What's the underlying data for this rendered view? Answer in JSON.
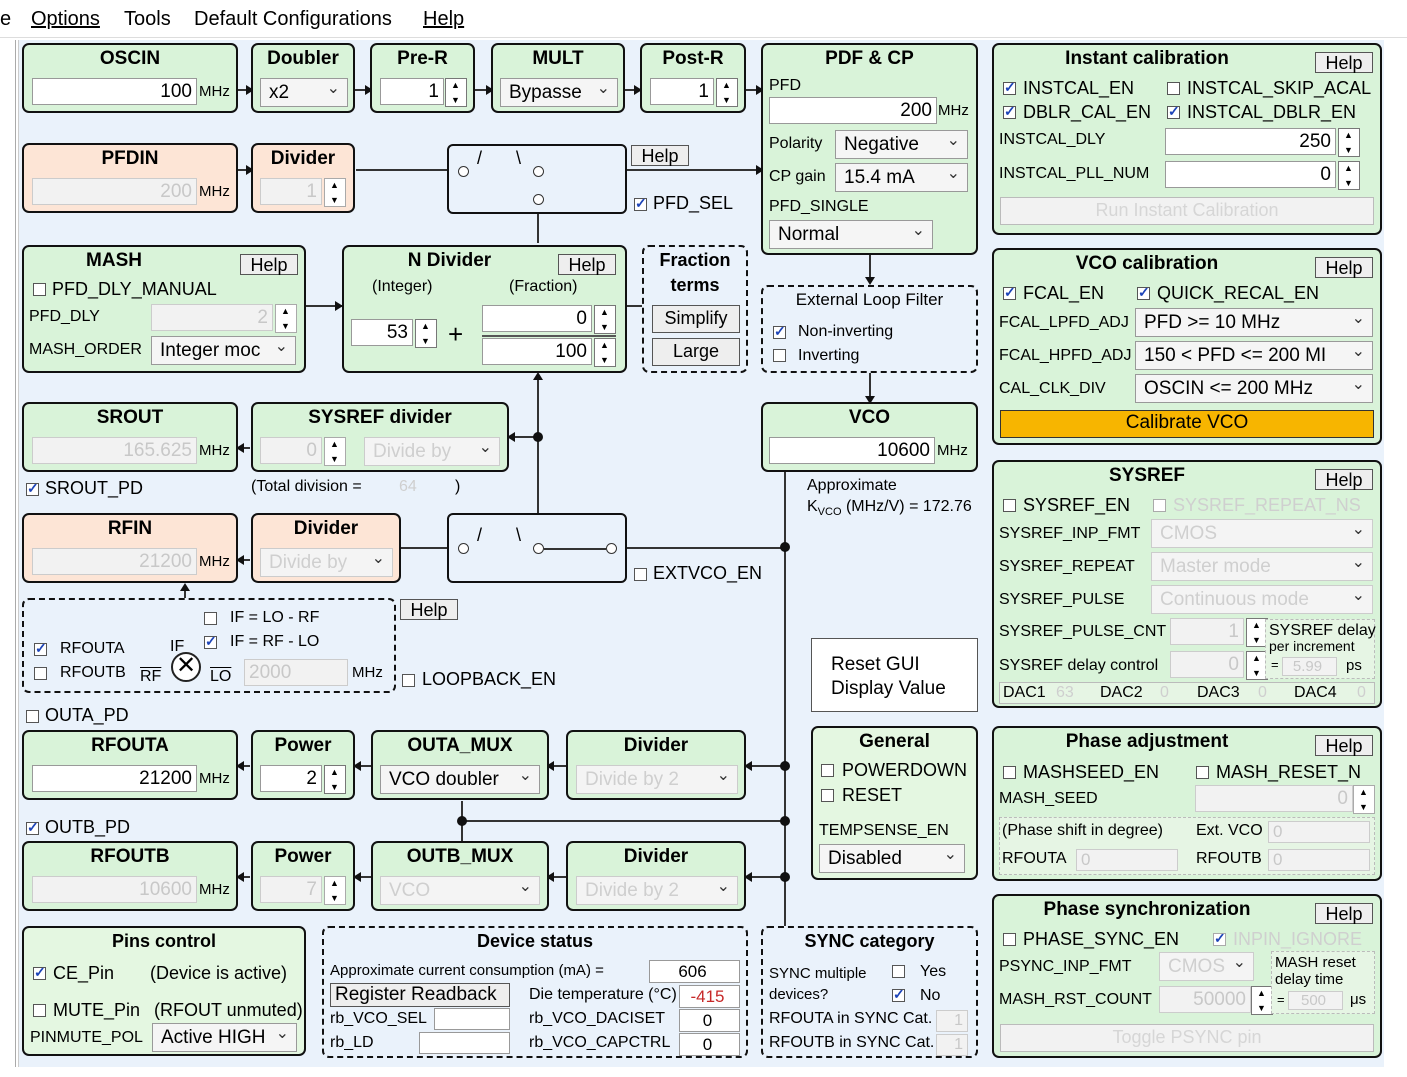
{
  "menu": {
    "first": "e",
    "options": "Options",
    "tools": "Tools",
    "default": "Default Configurations",
    "help": "Help"
  },
  "help_label": "Help",
  "mhz": "MHz",
  "oscin": {
    "title": "OSCIN",
    "value": "100"
  },
  "doubler": {
    "title": "Doubler",
    "value": "x2"
  },
  "prer": {
    "title": "Pre-R",
    "value": "1"
  },
  "mult": {
    "title": "MULT",
    "value": "Bypasse"
  },
  "postr": {
    "title": "Post-R",
    "value": "1"
  },
  "pdfcp": {
    "title": "PDF & CP",
    "pfd_label": "PFD",
    "pfd": "200",
    "polarity_label": "Polarity",
    "polarity": "Negative",
    "cpgain_label": "CP gain",
    "cpgain": "15.4 mA",
    "single_label": "PFD_SINGLE",
    "single": "Normal"
  },
  "pfdin": {
    "title": "PFDIN",
    "value": "200"
  },
  "divider": "Divider",
  "pfdin_div": {
    "value": "1"
  },
  "pfd_sel": "PFD_SEL",
  "mash": {
    "title": "MASH",
    "dly_manual": "PFD_DLY_MANUAL",
    "dly_label": "PFD_DLY",
    "dly": "2",
    "order_label": "MASH_ORDER",
    "order": "Integer moc"
  },
  "ndiv": {
    "title": "N Divider",
    "int_label": "(Integer)",
    "frac_label": "(Fraction)",
    "int": "53",
    "num": "0",
    "den": "100",
    "plus": "+"
  },
  "fraction": {
    "title1": "Fraction",
    "title2": "terms",
    "simplify": "Simplify",
    "large": "Large"
  },
  "elf": {
    "title": "External Loop Filter",
    "noninv": "Non-inverting",
    "inv": "Inverting"
  },
  "srout": {
    "title": "SROUT",
    "value": "165.625",
    "pd": "SROUT_PD"
  },
  "sysref_div": {
    "title": "SYSREF divider",
    "value": "0",
    "sel": "Divide by",
    "total": "(Total division =",
    "total_val": "64",
    "close": ")"
  },
  "vco": {
    "title": "VCO",
    "value": "10600",
    "approx": "Approximate",
    "kvco": "K",
    "kvco_sub": "VCO",
    "kvco_rest": "(MHz/V) = 172.76"
  },
  "rfin": {
    "title": "RFIN",
    "value": "21200",
    "div_sel": "Divide by",
    "extvco": "EXTVCO_EN"
  },
  "mixer": {
    "if1": "IF = LO - RF",
    "if2": "IF = RF - LO",
    "rfouta": "RFOUTA",
    "rfoutb": "RFOUTB",
    "if": "IF",
    "rf": "RF",
    "lo": "LO",
    "lo_val": "2000",
    "loopback": "LOOPBACK_EN"
  },
  "reset_gui": {
    "line1": "Reset GUI",
    "line2": "Display Value"
  },
  "outa_pd": "OUTA_PD",
  "outb_pd": "OUTB_PD",
  "rfouta": {
    "title": "RFOUTA",
    "value": "21200",
    "power_title": "Power",
    "power": "2",
    "mux_title": "OUTA_MUX",
    "mux": "VCO doubler",
    "div": "Divide by 2"
  },
  "rfoutb": {
    "title": "RFOUTB",
    "value": "10600",
    "power_title": "Power",
    "power": "7",
    "mux_title": "OUTB_MUX",
    "mux": "VCO",
    "div": "Divide by 2"
  },
  "general": {
    "title": "General",
    "powerdown": "POWERDOWN",
    "reset": "RESET",
    "temp_label": "TEMPSENSE_EN",
    "temp": "Disabled"
  },
  "pins": {
    "title": "Pins control",
    "ce": "CE_Pin",
    "ce_state": "(Device is active)",
    "mute": "MUTE_Pin",
    "mute_state": "(RFOUT unmuted)",
    "pol_label": "PINMUTE_POL",
    "pol": "Active HIGH"
  },
  "status": {
    "title": "Device status",
    "current_label": "Approximate current consumption (mA) =",
    "current": "606",
    "readback": "Register Readback",
    "temp_label": "Die temperature (°C)",
    "temp": "-415",
    "vco_sel": "rb_VCO_SEL",
    "daciset": "rb_VCO_DACISET",
    "daciset_v": "0",
    "ld": "rb_LD",
    "capctrl": "rb_VCO_CAPCTRL",
    "capctrl_v": "0"
  },
  "sync": {
    "title": "SYNC category",
    "multi1": "SYNC multiple",
    "multi2": "devices?",
    "yes": "Yes",
    "no": "No",
    "rfa": "RFOUTA in SYNC Cat.",
    "rfa_v": "1",
    "rfb": "RFOUTB in SYNC Cat.",
    "rfb_v": "1"
  },
  "instcal": {
    "title": "Instant calibration",
    "en": "INSTCAL_EN",
    "skip": "INSTCAL_SKIP_ACAL",
    "dblr_cal": "DBLR_CAL_EN",
    "dblr_en": "INSTCAL_DBLR_EN",
    "dly_label": "INSTCAL_DLY",
    "dly": "250",
    "num_label": "INSTCAL_PLL_NUM",
    "num": "0",
    "run": "Run Instant Calibration"
  },
  "vcocal": {
    "title": "VCO calibration",
    "fcal": "FCAL_EN",
    "quick": "QUICK_RECAL_EN",
    "lpfd_label": "FCAL_LPFD_ADJ",
    "lpfd": "PFD >= 10 MHz",
    "hpfd_label": "FCAL_HPFD_ADJ",
    "hpfd": "150 < PFD <= 200 MI",
    "clk_label": "CAL_CLK_DIV",
    "clk": "OSCIN <= 200 MHz",
    "calibrate": "Calibrate VCO"
  },
  "sysref": {
    "title": "SYSREF",
    "en": "SYSREF_EN",
    "repeat_ns": "SYSREF_REPEAT_NS",
    "fmt_label": "SYSREF_INP_FMT",
    "fmt": "CMOS",
    "rep_label": "SYSREF_REPEAT",
    "rep": "Master mode",
    "pulse_label": "SYSREF_PULSE",
    "pulse": "Continuous mode",
    "cnt_label": "SYSREF_PULSE_CNT",
    "cnt": "1",
    "delay_label": "SYSREF delay control",
    "delay": "0",
    "inc1": "SYSREF delay",
    "inc2": "per increment",
    "eq": "=",
    "inc_val": "5.99",
    "ps": "ps",
    "dac1": "DAC1",
    "dac1_v": "63",
    "dac2": "DAC2",
    "dac2_v": "0",
    "dac3": "DAC3",
    "dac3_v": "0",
    "dac4": "DAC4",
    "dac4_v": "0"
  },
  "phase": {
    "title": "Phase adjustment",
    "seed_en": "MASHSEED_EN",
    "reset_n": "MASH_RESET_N",
    "seed_label": "MASH_SEED",
    "seed": "0",
    "shift": "(Phase shift in degree)",
    "ext": "Ext. VCO",
    "ext_v": "0",
    "rfa": "RFOUTA",
    "rfa_v": "0",
    "rfb": "RFOUTB",
    "rfb_v": "0"
  },
  "psync": {
    "title": "Phase synchronization",
    "en": "PHASE_SYNC_EN",
    "ignore": "INPIN_IGNORE",
    "fmt_label": "PSYNC_INP_FMT",
    "fmt": "CMOS",
    "cnt_label": "MASH_RST_COUNT",
    "cnt": "50000",
    "mr1": "MASH reset",
    "mr2": "delay time",
    "eq": "=",
    "mr_val": "500",
    "us": "μs",
    "toggle": "Toggle PSYNC pin"
  }
}
